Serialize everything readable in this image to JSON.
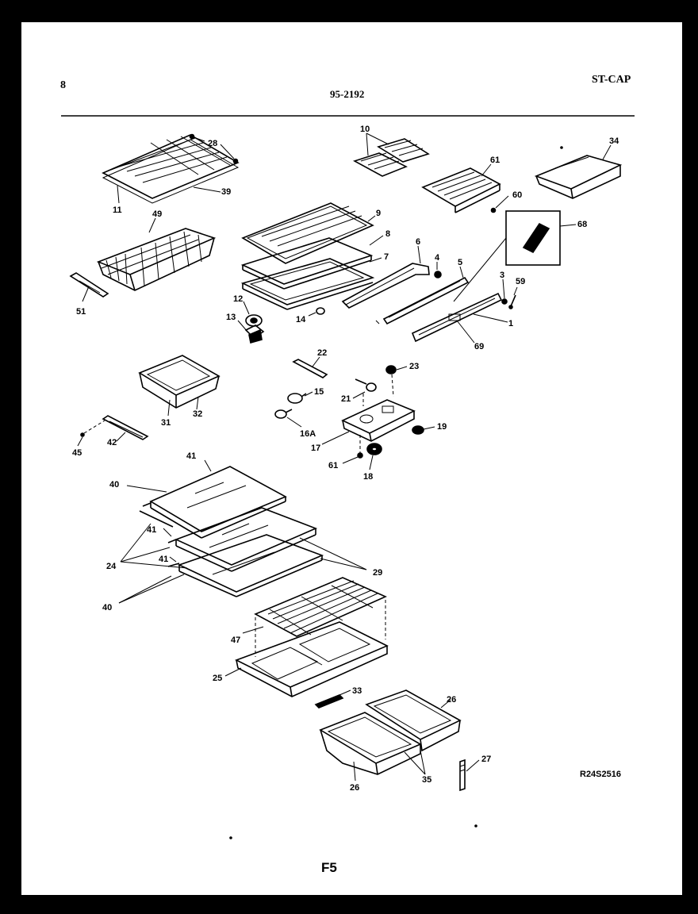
{
  "header": {
    "page_number": "8",
    "doc_number": "95-2192",
    "model_code": "ST-CAP"
  },
  "callouts": {
    "c1": "1",
    "c3": "3",
    "c4": "4",
    "c5": "5",
    "c6": "6",
    "c7": "7",
    "c8": "8",
    "c9": "9",
    "c10": "10",
    "c11": "11",
    "c12": "12",
    "c13": "13",
    "c14": "14",
    "c15": "15",
    "c16a": "16A",
    "c17": "17",
    "c18": "18",
    "c19": "19",
    "c21": "21",
    "c22": "22",
    "c23": "23",
    "c24": "24",
    "c25": "25",
    "c26a": "26",
    "c26b": "26",
    "c27": "27",
    "c28": "28",
    "c29": "29",
    "c31": "31",
    "c32": "32",
    "c33": "33",
    "c34": "34",
    "c35": "35",
    "c39": "39",
    "c40a": "40",
    "c40b": "40",
    "c41a": "41",
    "c41b": "41",
    "c41c": "41",
    "c42": "42",
    "c45": "45",
    "c47": "47",
    "c49": "49",
    "c51": "51",
    "c59": "59",
    "c60": "60",
    "c61a": "61",
    "c61b": "61",
    "c68": "68",
    "c69": "69"
  },
  "footer": {
    "drawing_ref": "R24S2516",
    "figure_label": "F5"
  }
}
